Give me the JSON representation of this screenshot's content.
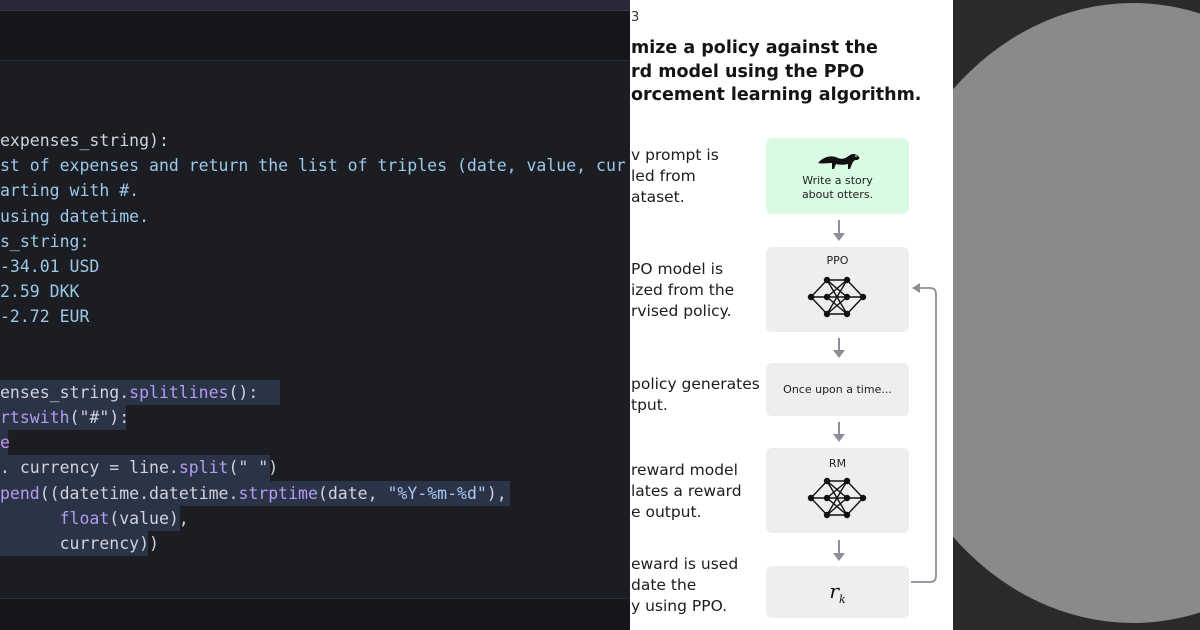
{
  "code": {
    "lines": [
      [
        {
          "t": "expenses_string):",
          "c": ""
        }
      ],
      [
        {
          "t": "st of expenses and return the list of triples (date, value, cur",
          "c": "cm"
        }
      ],
      [
        {
          "t": "arting with #.",
          "c": "cm"
        }
      ],
      [
        {
          "t": "using datetime.",
          "c": "cm"
        }
      ],
      [
        {
          "t": "s_string:",
          "c": "cm"
        }
      ],
      [
        {
          "t": "-34.01 USD",
          "c": "cm"
        }
      ],
      [
        {
          "t": "2.59 DKK",
          "c": "cm"
        }
      ],
      [
        {
          "t": "-2.72 EUR",
          "c": "cm"
        }
      ],
      [
        {
          "t": "",
          "c": ""
        }
      ],
      [
        {
          "t": "",
          "c": ""
        }
      ],
      [
        {
          "t": "enses_string.",
          "c": ""
        },
        {
          "t": "splitlines",
          "c": "fn"
        },
        {
          "t": "():",
          "c": ""
        }
      ],
      [
        {
          "t": "rtswith",
          "c": "fn"
        },
        {
          "t": "(\"#\"):",
          "c": ""
        }
      ],
      [
        {
          "t": "e",
          "c": "kw"
        }
      ],
      [
        {
          "t": ". currency = line.",
          "c": ""
        },
        {
          "t": "split",
          "c": "fn"
        },
        {
          "t": "(\" \")",
          "c": ""
        }
      ],
      [
        {
          "t": "pend",
          "c": "fn"
        },
        {
          "t": "((datetime.datetime.",
          "c": ""
        },
        {
          "t": "strptime",
          "c": "fn"
        },
        {
          "t": "(date, ",
          "c": ""
        },
        {
          "t": "\"%Y-%m-%d\"",
          "c": "str"
        },
        {
          "t": "),",
          "c": ""
        }
      ],
      [
        {
          "t": "      ",
          "c": ""
        },
        {
          "t": "float",
          "c": "fn"
        },
        {
          "t": "(value),",
          "c": ""
        }
      ],
      [
        {
          "t": "      currency))",
          "c": ""
        }
      ]
    ]
  },
  "diagram": {
    "step_number": "3",
    "title": "mize a policy against the\nrd model using the PPO\norcement learning algorithm.",
    "steps": [
      {
        "desc": "v prompt is\n​led from\nataset.",
        "box_label": "Write a story\nabout otters.",
        "icon": "otter-icon"
      },
      {
        "desc": "PO model is\nized from the\nrvised policy.",
        "box_label": "PPO",
        "icon": "neural-network-icon"
      },
      {
        "desc": "policy generates\ntput.",
        "box_label": "Once upon a time...",
        "icon": ""
      },
      {
        "desc": "reward model\nlates a reward\ne output.",
        "box_label": "RM",
        "icon": "neural-network-icon"
      },
      {
        "desc": "eward is used\ndate the\ny using PPO.",
        "box_label": "r",
        "subscript": "k",
        "icon": ""
      }
    ]
  },
  "colors": {
    "editor_bg": "#1b1d23",
    "highlight": "#2b3346",
    "function": "#b39bf2",
    "string": "#a9c6f2",
    "comment": "#9dc8e8",
    "green_box": "#d9fbe1",
    "gray_box": "#eeeeee",
    "circle": "#8a8a8a"
  }
}
